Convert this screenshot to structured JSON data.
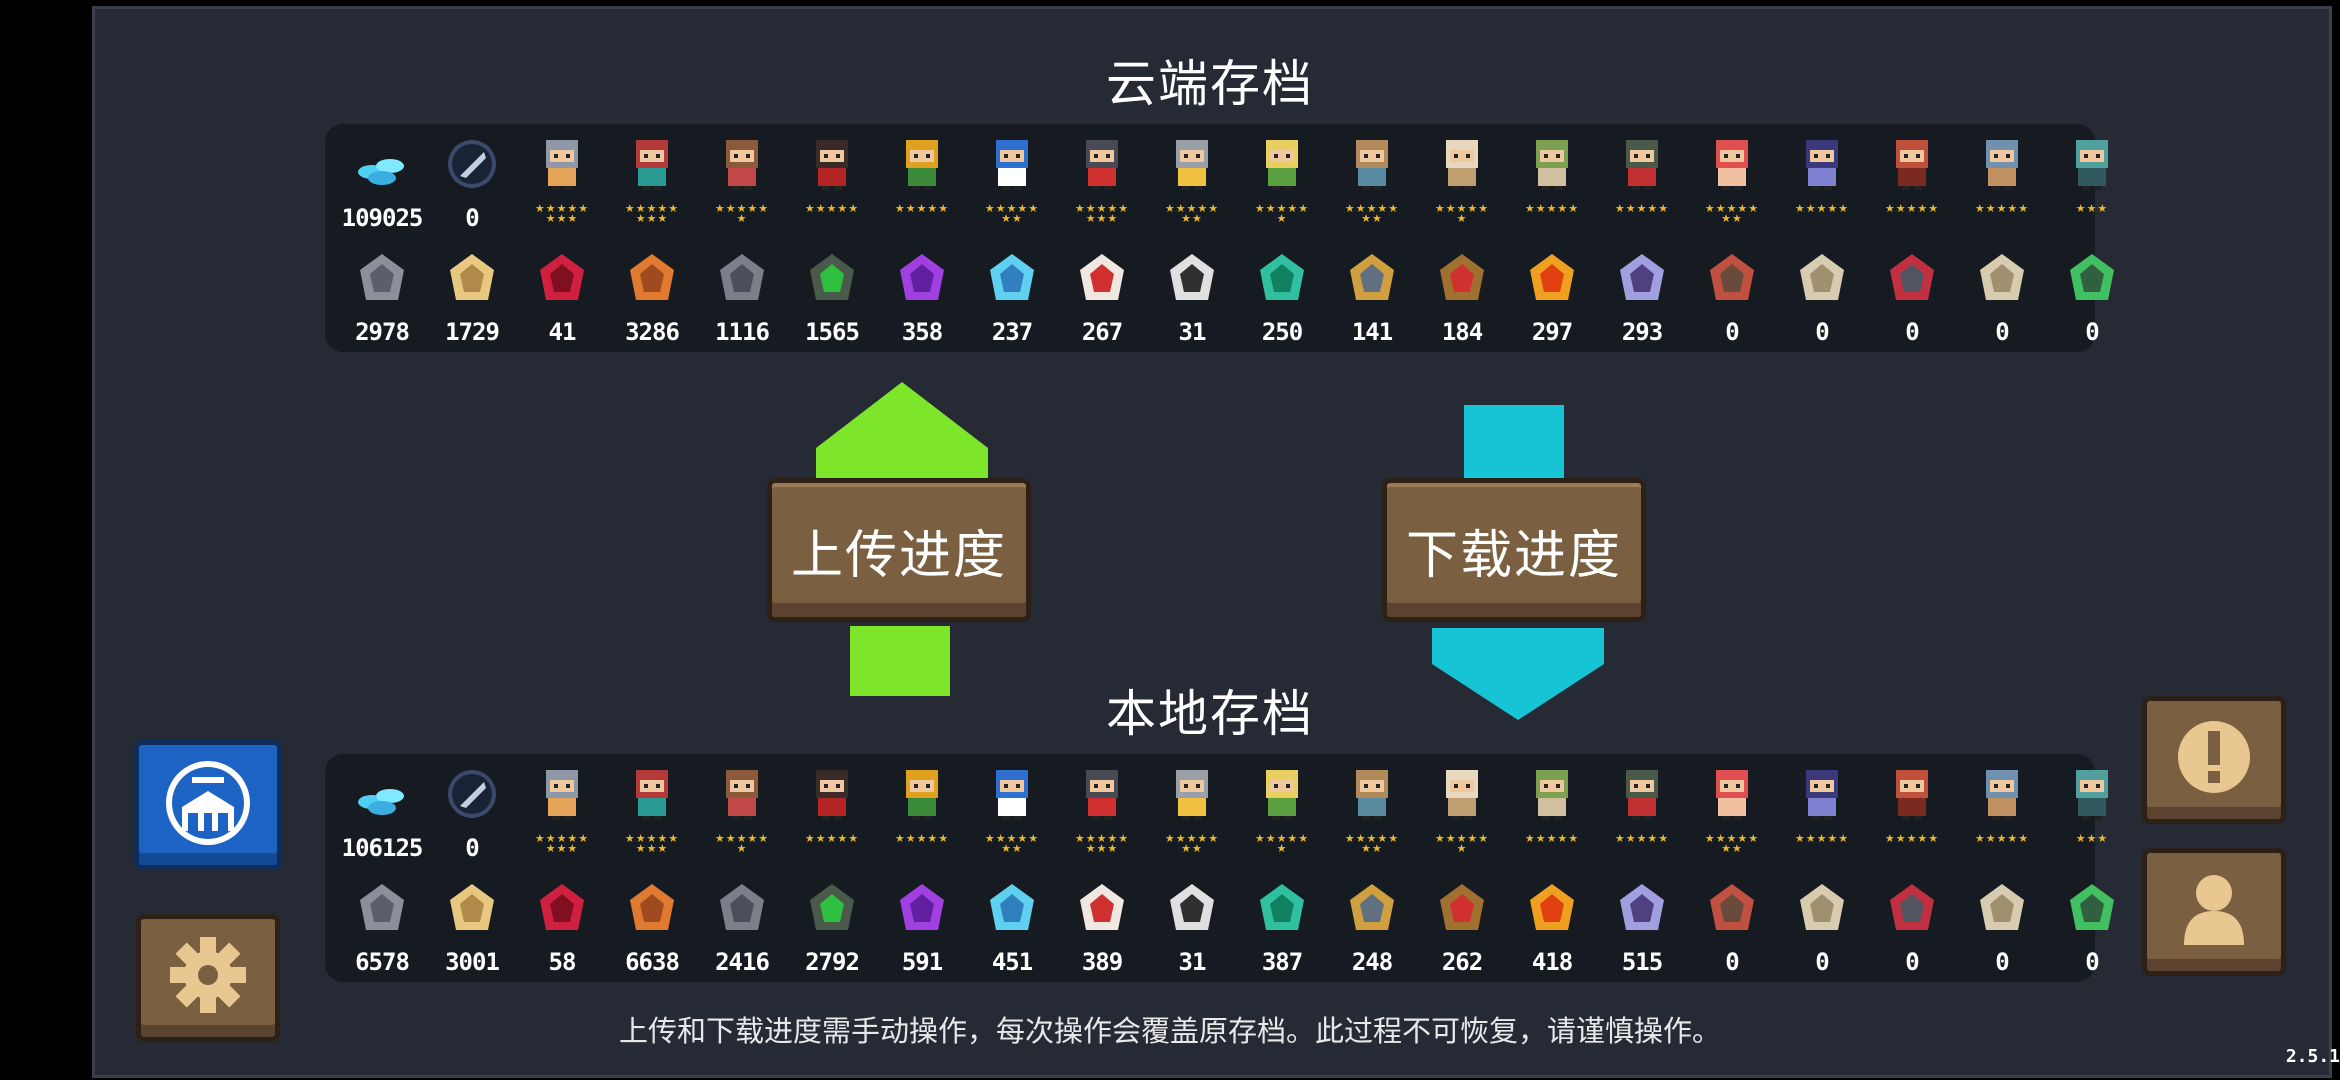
{
  "cloud": {
    "title": "云端存档",
    "top_values": {
      "gems": "109025",
      "feather": "0"
    },
    "materials": [
      "2978",
      "1729",
      "41",
      "3286",
      "1116",
      "1565",
      "358",
      "237",
      "267",
      "31",
      "250",
      "141",
      "184",
      "297",
      "293",
      "0",
      "0",
      "0",
      "0",
      "0"
    ]
  },
  "local": {
    "title": "本地存档",
    "top_values": {
      "gems": "106125",
      "feather": "0"
    },
    "materials": [
      "6578",
      "3001",
      "58",
      "6638",
      "2416",
      "2792",
      "591",
      "451",
      "389",
      "31",
      "387",
      "248",
      "262",
      "418",
      "515",
      "0",
      "0",
      "0",
      "0",
      "0"
    ]
  },
  "characters": [
    {
      "name": "knight-icon",
      "c1": "#8d97a6",
      "c2": "#e5a35a"
    },
    {
      "name": "rogue-icon",
      "c1": "#b43a3a",
      "c2": "#2a9a94"
    },
    {
      "name": "wizard-icon",
      "c1": "#8a5a3a",
      "c2": "#c24848"
    },
    {
      "name": "assassin-icon",
      "c1": "#3a2a2a",
      "c2": "#b32525"
    },
    {
      "name": "engineer-icon",
      "c1": "#e0a020",
      "c2": "#3a8a3a"
    },
    {
      "name": "robot-icon",
      "c1": "#2f6fd0",
      "c2": "#ffffff"
    },
    {
      "name": "vampire-icon",
      "c1": "#4a4a55",
      "c2": "#d03030"
    },
    {
      "name": "paladin-icon",
      "c1": "#9aa0aa",
      "c2": "#f0c040"
    },
    {
      "name": "elf-icon",
      "c1": "#e8d060",
      "c2": "#5aa040"
    },
    {
      "name": "werewolf-icon",
      "c1": "#b08a5a",
      "c2": "#5a8aa0"
    },
    {
      "name": "priest-icon",
      "c1": "#e8d8c0",
      "c2": "#c0a070"
    },
    {
      "name": "druid-icon",
      "c1": "#7aa050",
      "c2": "#d0c0a0"
    },
    {
      "name": "necromancer-icon",
      "c1": "#4a5a4a",
      "c2": "#c03030"
    },
    {
      "name": "berserker-icon",
      "c1": "#e05050",
      "c2": "#f0c0a0"
    },
    {
      "name": "demon-icon",
      "c1": "#3a3a7a",
      "c2": "#8080d0"
    },
    {
      "name": "chest-icon",
      "c1": "#c0503a",
      "c2": "#7a2a20"
    },
    {
      "name": "scroll-icon",
      "c1": "#7090b0",
      "c2": "#c09060"
    },
    {
      "name": "gem-icon",
      "c1": "#50a0a0",
      "c2": "#305a60"
    }
  ],
  "character_stars": [
    "★★★★★\n★★★",
    "★★★★★\n★★★",
    "★★★★★\n★",
    "★★★★★",
    "★★★★★",
    "★★★★★\n★★",
    "★★★★★\n★★★",
    "★★★★★\n★★",
    "★★★★★\n★",
    "★★★★★\n★★",
    "★★★★★\n★",
    "★★★★★",
    "★★★★★",
    "★★★★★\n★★",
    "★★★★★",
    "★★★★★",
    "★★★★★",
    "★★★"
  ],
  "materials_icons": [
    {
      "name": "ore-icon",
      "c1": "#8a8f9a",
      "c2": "#5a5f6a"
    },
    {
      "name": "wood-icon",
      "c1": "#e8c880",
      "c2": "#b08a4a"
    },
    {
      "name": "red-crystal-icon",
      "c1": "#d02040",
      "c2": "#801020"
    },
    {
      "name": "copper-ore-icon",
      "c1": "#e07a30",
      "c2": "#a04a20"
    },
    {
      "name": "gear-part-icon",
      "c1": "#7a7f8a",
      "c2": "#4a4f5a"
    },
    {
      "name": "battery-icon",
      "c1": "#4a5a4a",
      "c2": "#30c040"
    },
    {
      "name": "purple-crystal-icon",
      "c1": "#a040e0",
      "c2": "#6020a0"
    },
    {
      "name": "ice-crystal-icon",
      "c1": "#60d0f0",
      "c2": "#3080c0"
    },
    {
      "name": "seed-bag-icon",
      "c1": "#f0e8e0",
      "c2": "#d03030"
    },
    {
      "name": "chip-icon",
      "c1": "#e0e0e0",
      "c2": "#303030"
    },
    {
      "name": "green-crystal-icon",
      "c1": "#30c0a0",
      "c2": "#108060"
    },
    {
      "name": "horn-icon",
      "c1": "#d0a040",
      "c2": "#607080"
    },
    {
      "name": "hammer-icon",
      "c1": "#a07030",
      "c2": "#d03030"
    },
    {
      "name": "fire-crystal-icon",
      "c1": "#f0a020",
      "c2": "#e04010"
    },
    {
      "name": "dark-crystal-icon",
      "c1": "#a0a0e0",
      "c2": "#504080"
    },
    {
      "name": "cage-icon",
      "c1": "#c05040",
      "c2": "#6a4a3a"
    },
    {
      "name": "blank-scroll-icon",
      "c1": "#d8ccb0",
      "c2": "#a09070"
    },
    {
      "name": "device-icon",
      "c1": "#c03040",
      "c2": "#505560"
    },
    {
      "name": "blank-scroll-icon-2",
      "c1": "#d8ccb0",
      "c2": "#a09070"
    },
    {
      "name": "green-block-icon",
      "c1": "#40c060",
      "c2": "#306040"
    }
  ],
  "buttons": {
    "upload": "上传进度",
    "download": "下载进度"
  },
  "colors": {
    "upload_arrow": "#7de52a",
    "download_arrow": "#17c4d6",
    "wood_button": "#7a5f41",
    "qq_button": "#1d63c4"
  },
  "notice": "上传和下载进度需手动操作，每次操作会覆盖原存档。此过程不可恢复，请谨慎操作。",
  "version": "2.5.1"
}
